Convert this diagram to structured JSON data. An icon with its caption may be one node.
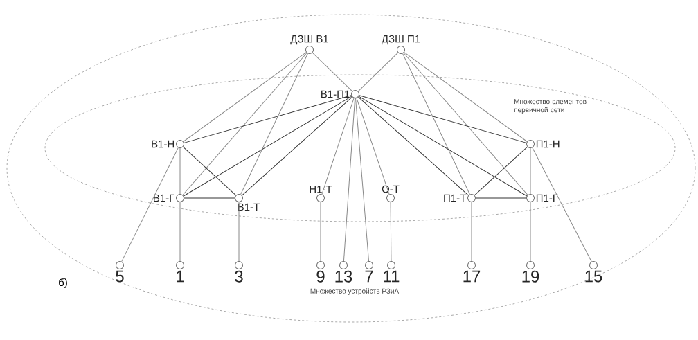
{
  "diagram": {
    "nodes": [
      {
        "text": [
          "Множество устройств РЗиА"
        ]
      },
      {
        "text": [
          "Множество элементов первичной сети"
        ],
        "in": 0
      },
      {
        "text": [
          "ДЗШ В1"
        ],
        "in": 0
      },
      {
        "text": [
          "ДЗШ П1"
        ],
        "in": 0
      },
      {
        "text": [
          "В1-П1"
        ],
        "in": 1
      },
      {
        "text": [
          "В1-Н"
        ],
        "in": 1
      },
      {
        "text": [
          "П1-Н"
        ],
        "in": 1
      },
      {
        "text": [
          "В1-Г"
        ],
        "in": 1
      },
      {
        "text": [
          "В1-Т"
        ],
        "in": 1
      },
      {
        "text": [
          "Н1-Т"
        ],
        "in": 1
      },
      {
        "text": [
          "О-Т"
        ],
        "in": 1
      },
      {
        "text": [
          "П1-Т"
        ],
        "in": 1
      },
      {
        "text": [
          "П1-Г"
        ],
        "in": 1
      },
      {
        "text": [
          "5"
        ],
        "in": 0
      },
      {
        "text": [
          "1"
        ],
        "in": 0
      },
      {
        "text": [
          "3"
        ],
        "in": 0
      },
      {
        "text": [
          "9"
        ],
        "in": 0
      },
      {
        "text": [
          "13"
        ],
        "in": 0
      },
      {
        "text": [
          "7"
        ],
        "in": 0
      },
      {
        "text": [
          "11"
        ],
        "in": 0
      },
      {
        "text": [
          "17"
        ],
        "in": 0
      },
      {
        "text": [
          "19"
        ],
        "in": 0
      },
      {
        "text": [
          "15"
        ],
        "in": 0
      }
    ],
    "edges": [
      {
        "from": 2,
        "to": 5,
        "arrow": "none"
      },
      {
        "from": 2,
        "to": 7,
        "arrow": "none"
      },
      {
        "from": 2,
        "to": 8,
        "arrow": "none"
      },
      {
        "from": 2,
        "to": 4,
        "arrow": "none"
      },
      {
        "from": 3,
        "to": 4,
        "arrow": "none"
      },
      {
        "from": 3,
        "to": 11,
        "arrow": "none"
      },
      {
        "from": 3,
        "to": 12,
        "arrow": "none"
      },
      {
        "from": 3,
        "to": 6,
        "arrow": "none"
      },
      {
        "from": 4,
        "to": 5,
        "arrow": "none",
        "color": "#333333"
      },
      {
        "from": 4,
        "to": 7,
        "arrow": "none",
        "color": "#333333"
      },
      {
        "from": 4,
        "to": 8,
        "arrow": "none",
        "color": "#333333"
      },
      {
        "from": 4,
        "to": 9,
        "arrow": "none"
      },
      {
        "from": 4,
        "to": 17,
        "arrow": "none"
      },
      {
        "from": 4,
        "to": 18,
        "arrow": "none"
      },
      {
        "from": 4,
        "to": 10,
        "arrow": "none"
      },
      {
        "from": 4,
        "to": 11,
        "arrow": "none",
        "color": "#333333"
      },
      {
        "from": 4,
        "to": 12,
        "arrow": "none",
        "color": "#333333"
      },
      {
        "from": 4,
        "to": 6,
        "arrow": "none",
        "color": "#333333"
      },
      {
        "from": 5,
        "to": 7,
        "arrow": "none"
      },
      {
        "from": 5,
        "to": 8,
        "arrow": "none",
        "color": "#333333"
      },
      {
        "from": 7,
        "to": 8,
        "arrow": "none",
        "color": "#333333"
      },
      {
        "from": 5,
        "to": 13,
        "arrow": "none"
      },
      {
        "from": 6,
        "to": 12,
        "arrow": "none"
      },
      {
        "from": 6,
        "to": 11,
        "arrow": "none",
        "color": "#333333"
      },
      {
        "from": 11,
        "to": 12,
        "arrow": "none",
        "color": "#333333"
      },
      {
        "from": 6,
        "to": 22,
        "arrow": "none"
      },
      {
        "from": 7,
        "to": 14,
        "arrow": "none"
      },
      {
        "from": 8,
        "to": 15,
        "arrow": "none"
      },
      {
        "from": 9,
        "to": 16,
        "arrow": "none"
      },
      {
        "from": 10,
        "to": 19,
        "arrow": "none"
      },
      {
        "from": 11,
        "to": 20,
        "arrow": "none"
      },
      {
        "from": 12,
        "to": 21,
        "arrow": "none"
      }
    ],
    "labels": [
      "б)"
    ]
  }
}
